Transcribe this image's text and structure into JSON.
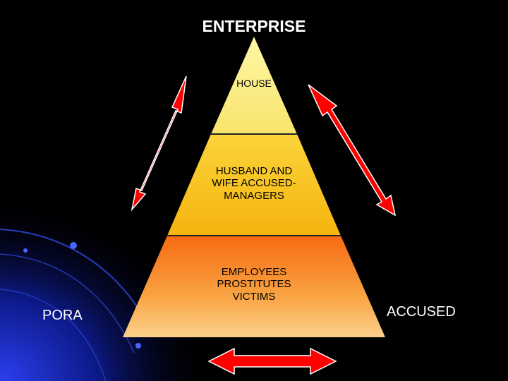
{
  "title": "ENTERPRISE",
  "pyramid": {
    "top_label": "HOUSE",
    "middle_label": "HUSBAND AND WIFE ACCUSED-MANAGERS",
    "middle_lines": [
      "HUSBAND AND",
      "WIFE ACCUSED-",
      "MANAGERS"
    ],
    "bottom_lines": [
      "EMPLOYEES",
      "PROSTITUTES",
      "VICTIMS"
    ]
  },
  "left_label": "PORA",
  "right_label": "ACCUSED",
  "colors": {
    "background": "#000000",
    "tier_top": "#fbec7a",
    "tier_middle": "#f9c11a",
    "tier_bottom": "#f7931f",
    "arrow": "#ff0000",
    "accent_blue": "#1a2fd0"
  }
}
